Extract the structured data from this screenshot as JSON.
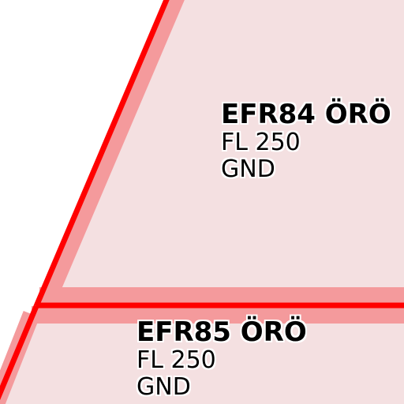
{
  "map": {
    "zones": [
      {
        "id": "efr84",
        "name": "EFR84 ÖRÖ",
        "upper": "FL 250",
        "lower": "GND"
      },
      {
        "id": "efr85",
        "name": "EFR85 ÖRÖ",
        "upper": "FL 250",
        "lower": "GND"
      }
    ],
    "colors": {
      "background": "#ffffff",
      "zone_fill": "#f4e0e1",
      "border_halo": "#f49a9c",
      "border_line": "#ff0000"
    }
  }
}
